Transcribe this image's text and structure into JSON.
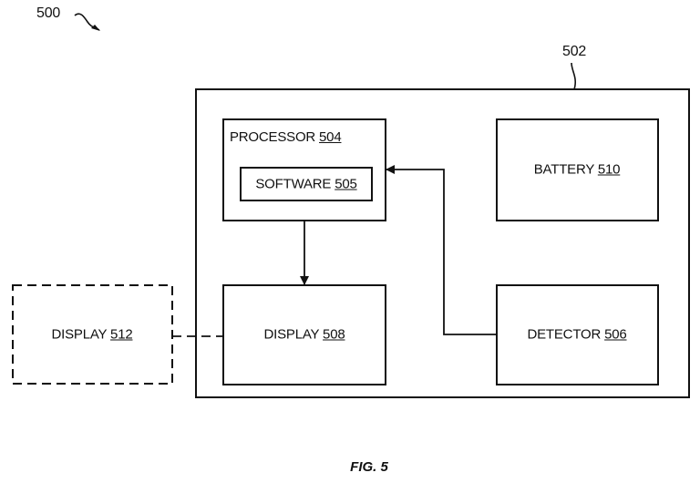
{
  "figure_label": "FIG. 5",
  "refs": {
    "system": "500",
    "device": "502"
  },
  "blocks": {
    "processor": {
      "name": "PROCESSOR",
      "ref": "504"
    },
    "software": {
      "name": "SOFTWARE",
      "ref": "505"
    },
    "battery": {
      "name": "BATTERY",
      "ref": "510"
    },
    "display_internal": {
      "name": "DISPLAY",
      "ref": "508"
    },
    "detector": {
      "name": "DETECTOR",
      "ref": "506"
    },
    "display_external": {
      "name": "DISPLAY",
      "ref": "512"
    }
  }
}
